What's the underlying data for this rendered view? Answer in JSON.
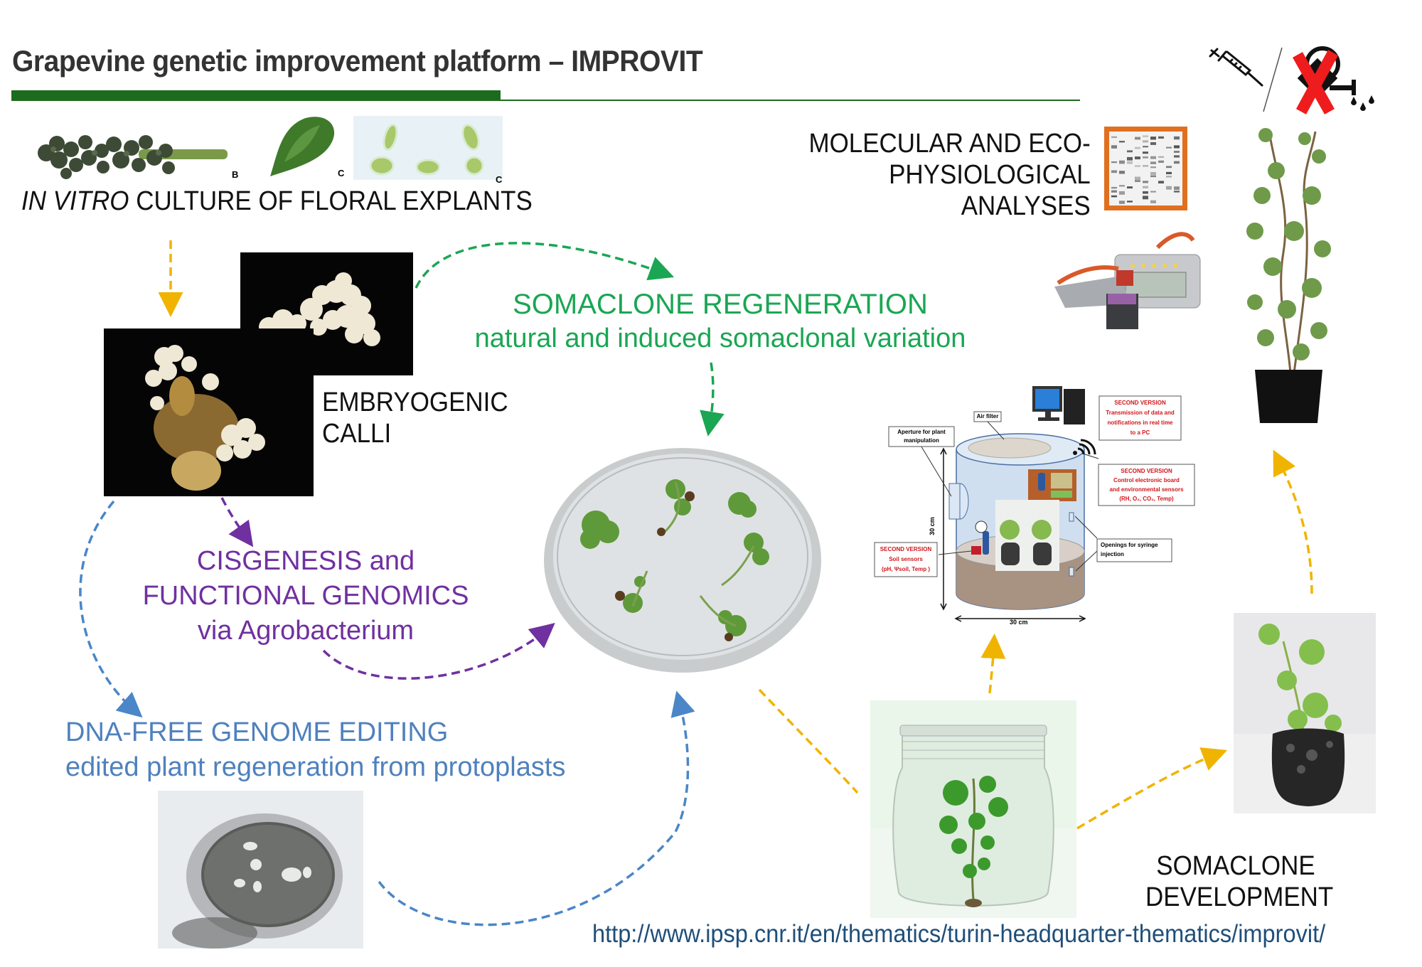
{
  "header": {
    "title": "Grapevine genetic improvement platform – IMPROVIT",
    "accent_color": "#1d6b1d"
  },
  "floral_explants": {
    "panel_labels": [
      "B",
      "C",
      "C"
    ],
    "caption_italic": "IN VITRO",
    "caption_rest": " CULTURE OF FLORAL EXPLANTS"
  },
  "embryogenic_calli": {
    "line1": "EMBRYOGENIC",
    "line2": "CALLI"
  },
  "somaclone_regeneration": {
    "title": "SOMACLONE REGENERATION",
    "subtitle": "natural and induced somaclonal variation",
    "color": "#1aa653"
  },
  "cisgenesis": {
    "line1": "CISGENESIS and",
    "line2": "FUNCTIONAL GENOMICS",
    "line3": "via Agrobacterium",
    "color": "#7030a0"
  },
  "genome_editing": {
    "title": "DNA-FREE GENOME EDITING",
    "subtitle": "edited plant regeneration from protoplasts",
    "color": "#4f81bd"
  },
  "analyses": {
    "line1": "MOLECULAR AND ECO-",
    "line2": "PHYSIOLOGICAL",
    "line3": "ANALYSES",
    "gel_frame_color": "#e07020"
  },
  "chamber_diagram": {
    "air_filter": "Air filter",
    "aperture_line1": "Aperture for plant",
    "aperture_line2": "manipulation",
    "pc_box": [
      "SECOND VERSION",
      "Transmission of data and",
      "notifications in real time",
      "to a PC"
    ],
    "board_box": [
      "SECOND VERSION",
      "Control electronic board",
      "and environmental sensors",
      "(RH, O₂, CO₂, Temp)"
    ],
    "soil_box": [
      "SECOND VERSION",
      "Soil sensors",
      "(pH, Ψsoil, Temp )"
    ],
    "syringe_line1": "Openings for syringe",
    "syringe_line2": "injection",
    "height_label": "30 cm",
    "width_label": "30 cm",
    "note_color": "#d0161b"
  },
  "somaclone_development": {
    "line1": "SOMACLONE",
    "line2": "DEVELOPMENT"
  },
  "icons": {
    "syringe": "syringe-icon",
    "no_watering": "crossed-out-watering-can-icon"
  },
  "arrow_colors": {
    "yellow": "#f0b400",
    "green": "#1aa653",
    "purple": "#7030a0",
    "blue": "#4a86c8"
  },
  "footer": {
    "url": "http://www.ipsp.cnr.it/en/thematics/turin-headquarter-thematics/improvit/"
  }
}
